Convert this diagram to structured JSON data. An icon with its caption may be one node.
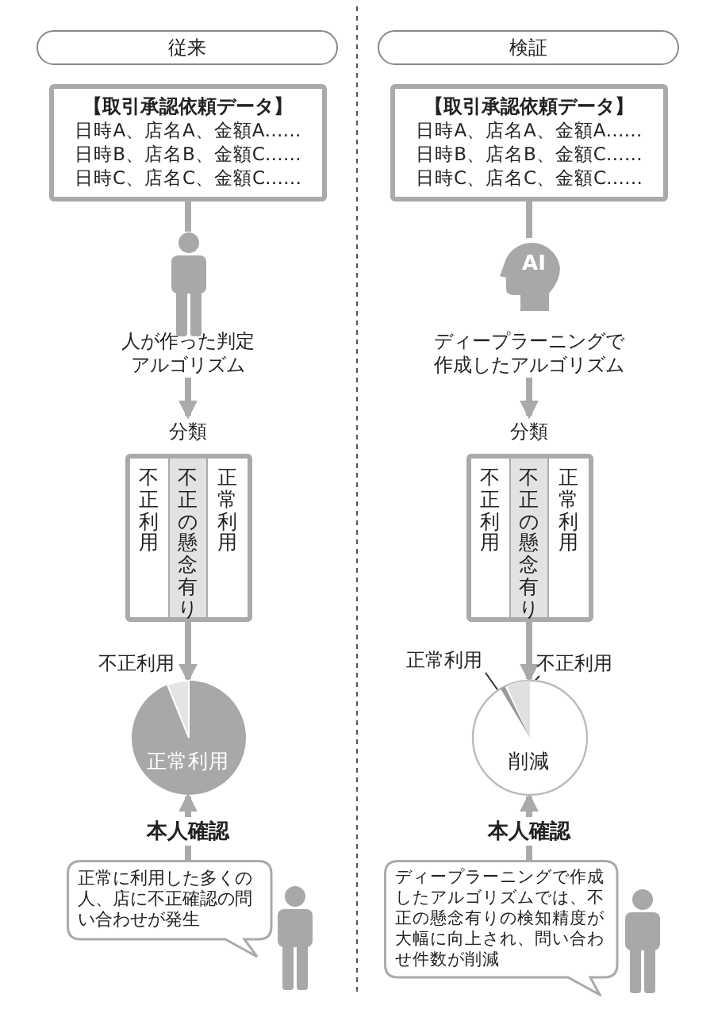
{
  "diagram": {
    "nodes": [
      {
        "text": [
          "従来"
        ]
      },
      {
        "text": [
          "【取引承認依頼データ】",
          "日時A、店名A、金額A……",
          "日時B、店名B、金額C……",
          "日時C、店名C、金額C……"
        ]
      },
      {
        "text": [],
        "shape": "person",
        "beside": [
          "人が作った判定アルゴリズム"
        ]
      },
      {
        "text": [
          "分類",
          "不正利用",
          "不正の懸念有り",
          "正常利用"
        ]
      },
      {
        "text": [
          "正常利用"
        ],
        "beside": [
          "不正利用"
        ]
      },
      {
        "text": [
          "正常に利用した多くの人、店に不正確認の問い合わせが発生"
        ]
      },
      {
        "text": [],
        "shape": "person"
      },
      {
        "text": [
          "検証"
        ]
      },
      {
        "text": [
          "【取引承認依頼データ】",
          "日時A、店名A、金額A……",
          "日時B、店名B、金額C……",
          "日時C、店名C、金額C……"
        ]
      },
      {
        "text": [
          "AI"
        ],
        "beside": [
          "ディープラーニングで作成したアルゴリズム"
        ]
      },
      {
        "text": [
          "分類",
          "不正利用",
          "不正の懸念有り",
          "正常利用"
        ]
      },
      {
        "text": [
          "正常利用"
        ]
      },
      {
        "text": [
          "不正利用"
        ]
      },
      {
        "text": [
          "削減"
        ]
      },
      {
        "text": [
          "ディープラーニングで作成したアルゴリズムでは、不正の懸念有りの検知精度が大幅に向上され、問い合わせ件数が削減"
        ]
      },
      {
        "text": [],
        "shape": "person"
      }
    ],
    "edges": [
      {
        "from": 1,
        "to": 2,
        "arrow": "none"
      },
      {
        "from": 2,
        "to": 3,
        "arrow": "to"
      },
      {
        "from": 3,
        "to": 4,
        "arrow": "to"
      },
      {
        "from": 5,
        "to": 4,
        "arrow": "to",
        "label": "本人確認"
      },
      {
        "from": 8,
        "to": 9,
        "arrow": "none"
      },
      {
        "from": 9,
        "to": 10,
        "arrow": "to"
      },
      {
        "from": 10,
        "to": 13,
        "arrow": "to"
      },
      {
        "from": 11,
        "to": 13,
        "arrow": "none",
        "color": "#333333"
      },
      {
        "from": 12,
        "to": 13,
        "arrow": "none",
        "color": "#333333"
      },
      {
        "from": 14,
        "to": 13,
        "arrow": "to",
        "label": "本人確認"
      }
    ]
  }
}
